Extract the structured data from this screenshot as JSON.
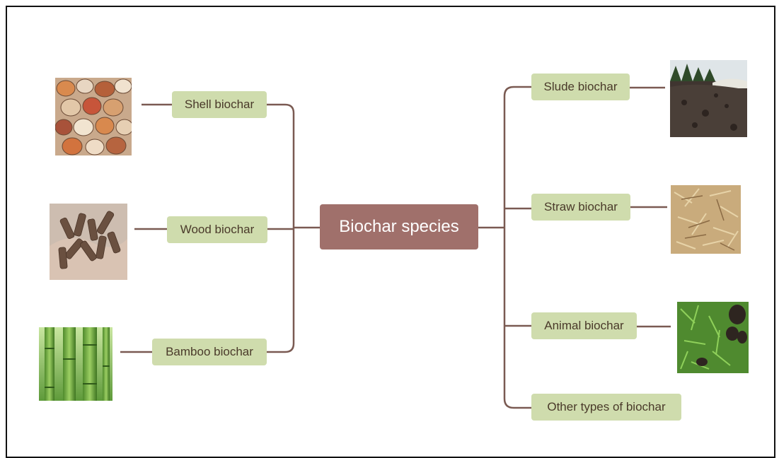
{
  "center": {
    "label": "Biochar species"
  },
  "left_branches": [
    {
      "label": "Shell biochar",
      "image": "seashells-photo"
    },
    {
      "label": "Wood biochar",
      "image": "wood-pellets-photo"
    },
    {
      "label": "Bamboo biochar",
      "image": "bamboo-stalks-photo"
    }
  ],
  "right_branches": [
    {
      "label": "Slude biochar",
      "image": "sludge-field-photo"
    },
    {
      "label": "Straw biochar",
      "image": "straw-pile-photo"
    },
    {
      "label": "Animal biochar",
      "image": "manure-on-grass-photo"
    },
    {
      "label": "Other types of biochar",
      "image": ""
    }
  ],
  "colors": {
    "connector": "#7a5a52",
    "center_fill": "#a0706b",
    "node_fill": "#cfdcad"
  }
}
